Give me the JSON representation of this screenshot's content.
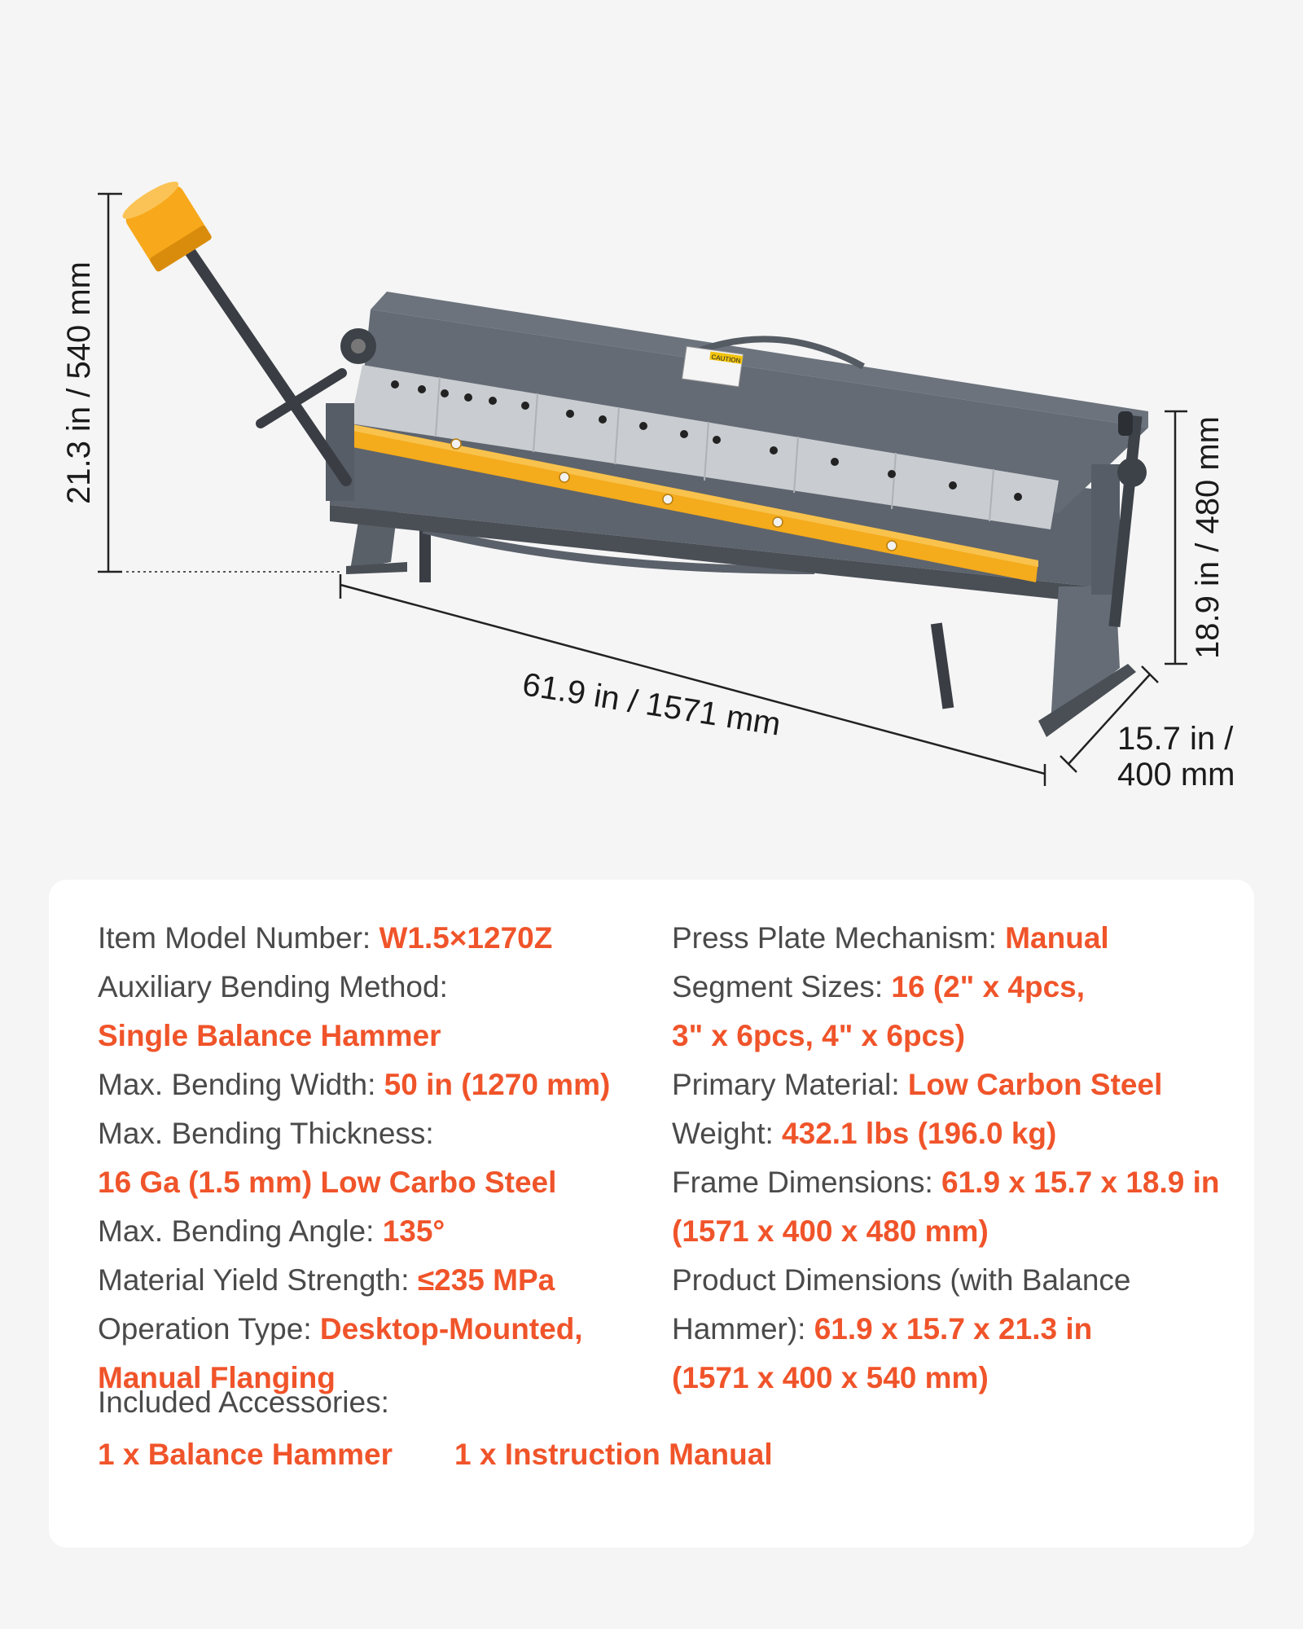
{
  "dimensions": {
    "height_total": "21.3 in / 540 mm",
    "height_frame": "18.9 in / 480 mm",
    "length": "61.9 in / 1571 mm",
    "depth_line1": "15.7 in /",
    "depth_line2": "400 mm"
  },
  "label": {
    "caution": "CAUTION"
  },
  "specs": {
    "model_label": "Item Model Number: ",
    "model_value": "W1.5×1270Z",
    "aux_label": "Auxiliary Bending Method:",
    "aux_value": "Single Balance Hammer",
    "width_label": "Max. Bending Width: ",
    "width_value": "50 in (1270 mm)",
    "thickness_label": "Max. Bending Thickness:",
    "thickness_value": "16 Ga (1.5 mm) Low Carbo Steel",
    "angle_label": "Max. Bending Angle: ",
    "angle_value": "135°",
    "yield_label": "Material Yield Strength: ",
    "yield_value": "≤235 MPa",
    "operation_label": "Operation Type: ",
    "operation_value_1": "Desktop-Mounted,",
    "operation_value_2": "Manual Flanging",
    "press_label": "Press Plate Mechanism: ",
    "press_value": "Manual",
    "segment_label": "Segment Sizes: ",
    "segment_value_1": "16 (2\" x 4pcs,",
    "segment_value_2": "3\" x 6pcs, 4\" x 6pcs)",
    "material_label": "Primary Material: ",
    "material_value": "Low Carbon Steel",
    "weight_label": "Weight: ",
    "weight_value": "432.1 lbs (196.0 kg)",
    "frame_label": "Frame Dimensions: ",
    "frame_value_1": "61.9 x 15.7 x 18.9 in",
    "frame_value_2": "(1571 x 400 x 480 mm)",
    "product_label_1": "Product Dimensions (with Balance",
    "product_label_2": "Hammer): ",
    "product_value_1": "61.9 x 15.7 x 21.3 in",
    "product_value_2": "(1571 x 400 x 540 mm)",
    "accessories_label": "Included Accessories:",
    "accessory_1": "1 x Balance Hammer",
    "accessory_2": "1 x Instruction Manual"
  },
  "colors": {
    "accent": "#f0542a",
    "machine_gray": "#636a74",
    "blade_silver": "#c9ccd0",
    "bar_yellow": "#f4ab1c",
    "text_dark": "#1b1b1b",
    "text_gray": "#4a4a4a"
  }
}
